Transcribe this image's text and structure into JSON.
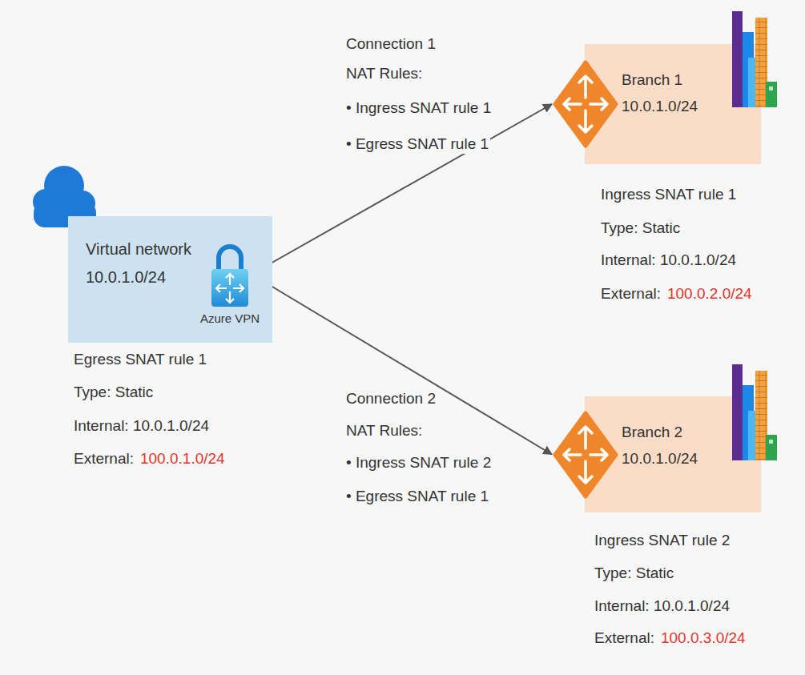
{
  "diagram": {
    "nodes": [
      {
        "text": [
          "Virtual network",
          "10.0.1.0/24"
        ]
      },
      {
        "text": [
          "Azure VPN"
        ],
        "in": 0
      },
      {
        "text": [
          "Branch 1",
          "10.0.1.0/24"
        ]
      },
      {
        "text": [
          "Branch 2",
          "10.0.1.0/24"
        ]
      }
    ],
    "edges": [
      {
        "from": 1,
        "to": 2,
        "arrow": "both"
      },
      {
        "from": 1,
        "to": 3,
        "arrow": "both"
      }
    ],
    "labels": [
      "Egress SNAT rule 1",
      "Type: Static",
      "Internal: 10.0.1.0/24",
      "External:",
      "100.0.1.0/24",
      "Connection 1",
      "NAT Rules:",
      "• Ingress SNAT rule 1",
      "• Egress SNAT rule 1",
      "Ingress SNAT rule 1",
      "Type: Static",
      "Internal: 10.0.1.0/24",
      "External:",
      "100.0.2.0/24",
      "Connection 2",
      "NAT Rules:",
      "• Ingress SNAT rule 2",
      "• Egress SNAT rule 1",
      "Ingress SNAT rule 2",
      "Type: Static",
      "Internal: 10.0.1.0/24",
      "External:",
      "100.0.3.0/24"
    ]
  }
}
